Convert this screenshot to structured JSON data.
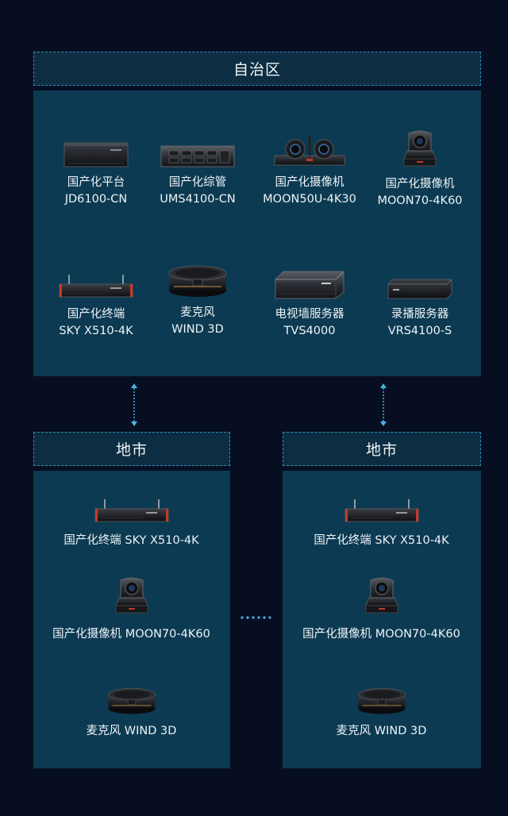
{
  "top": {
    "header": "自治区",
    "devices": [
      {
        "name": "国产化平台",
        "model": "JD6100-CN",
        "icon": "rack-server-icon"
      },
      {
        "name": "国产化综管",
        "model": "UMS4100-CN",
        "icon": "rack-server-bays-icon"
      },
      {
        "name": "国产化摄像机",
        "model": "MOON50U-4K30",
        "icon": "dual-camera-icon"
      },
      {
        "name": "国产化摄像机",
        "model": "MOON70-4K60",
        "icon": "ptz-camera-icon"
      },
      {
        "name": "国产化终端",
        "model": "SKY X510-4K",
        "icon": "terminal-icon"
      },
      {
        "name": "麦克风",
        "model": "WIND 3D",
        "icon": "microphone-icon"
      },
      {
        "name": "电视墙服务器",
        "model": "TVS4000",
        "icon": "video-wall-server-icon"
      },
      {
        "name": "录播服务器",
        "model": "VRS4100-S",
        "icon": "recording-server-icon"
      }
    ]
  },
  "bottom": [
    {
      "header": "地市",
      "devices": [
        {
          "label": "国产化终端 SKY X510-4K",
          "icon": "terminal-icon"
        },
        {
          "label": "国产化摄像机 MOON70-4K60",
          "icon": "ptz-camera-icon"
        },
        {
          "label": "麦克风 WIND 3D",
          "icon": "microphone-icon"
        }
      ]
    },
    {
      "header": "地市",
      "devices": [
        {
          "label": "国产化终端 SKY X510-4K",
          "icon": "terminal-icon"
        },
        {
          "label": "国产化摄像机 MOON70-4K60",
          "icon": "ptz-camera-icon"
        },
        {
          "label": "麦克风 WIND 3D",
          "icon": "microphone-icon"
        }
      ]
    }
  ],
  "colors": {
    "background": "#070e21",
    "panel": "#0c3a52",
    "header": "#0d2e42",
    "connector": "#45b7e2"
  }
}
